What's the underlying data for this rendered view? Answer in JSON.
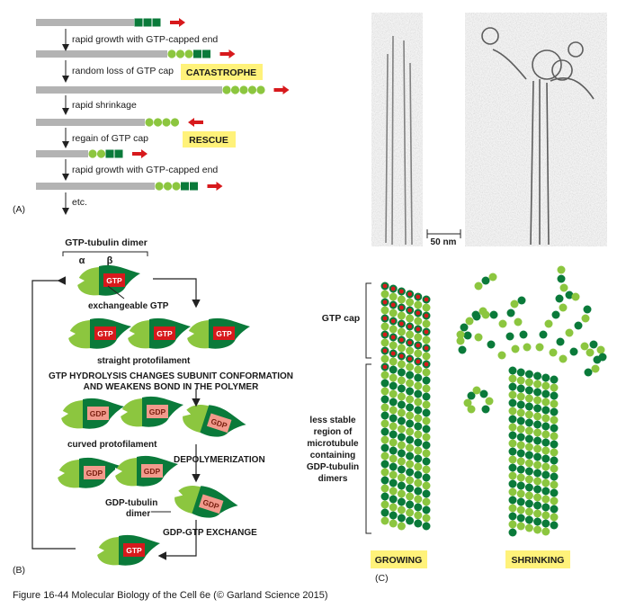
{
  "panel_a": {
    "step1": "rapid growth with GTP-capped end",
    "step2": "random loss of GTP cap",
    "catastrophe": "CATASTROPHE",
    "step3": "rapid shrinkage",
    "step4": "regain of GTP cap",
    "rescue": "RESCUE",
    "step5": "rapid growth with GTP-capped end",
    "etc": "etc.",
    "panel_label": "(A)"
  },
  "micrograph": {
    "scale_label": "50 nm"
  },
  "panel_b": {
    "dimer_title": "GTP-tubulin dimer",
    "alpha": "α",
    "beta": "β",
    "gtp": "GTP",
    "gdp": "GDP",
    "exchangeable": "exchangeable GTP",
    "straight": "straight protofilament",
    "hydrolysis_line1": "GTP HYDROLYSIS CHANGES SUBUNIT CONFORMATION",
    "hydrolysis_line2": "AND WEAKENS BOND IN THE POLYMER",
    "curved": "curved protofilament",
    "depolymerization": "DEPOLYMERIZATION",
    "gdp_dimer_line1": "GDP-tubulin",
    "gdp_dimer_line2": "dimer",
    "exchange": "GDP-GTP EXCHANGE",
    "panel_label": "(B)"
  },
  "panel_c": {
    "gtp_cap": "GTP cap",
    "region_line1": "less stable",
    "region_line2": "region of",
    "region_line3": "microtubule",
    "region_line4": "containing",
    "region_line5": "GDP-tubulin",
    "region_line6": "dimers",
    "growing": "GROWING",
    "shrinking": "SHRINKING",
    "panel_label": "(C)"
  },
  "caption": "Figure 16-44 Molecular Biology of the Cell 6e (© Garland Science 2015)",
  "colors": {
    "light_green": "#8cc63f",
    "dark_green": "#0a7a3a",
    "grey": "#b3b3b3",
    "red": "#d7191c",
    "yellow": "#fff27a",
    "gdp_pink": "#f29a8c"
  }
}
